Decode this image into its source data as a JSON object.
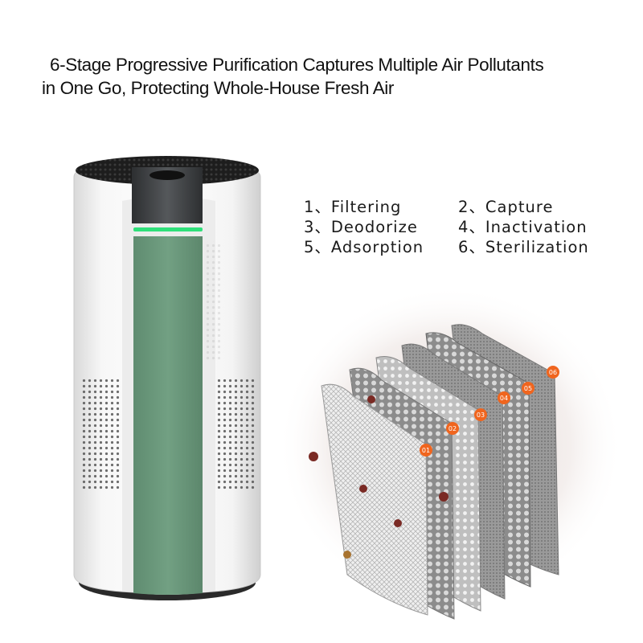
{
  "headline": {
    "line1": "6-Stage Progressive Purification Captures Multiple Air Pollutants",
    "line2": "in One Go, Protecting Whole-House Fresh Air"
  },
  "stages": [
    {
      "label": "1、Filtering"
    },
    {
      "label": "2、Capture"
    },
    {
      "label": "3、Deodorize"
    },
    {
      "label": "4、Inactivation"
    },
    {
      "label": "5、Adsorption"
    },
    {
      "label": "6、Sterilization"
    }
  ],
  "filter_badges": [
    "01",
    "02",
    "03",
    "04",
    "05",
    "06"
  ],
  "colors": {
    "accent_green": "#6e9b7e",
    "indicator_green": "#2fe07a",
    "badge_orange": "#f0651e",
    "panel_gray": "#3d3f42"
  }
}
